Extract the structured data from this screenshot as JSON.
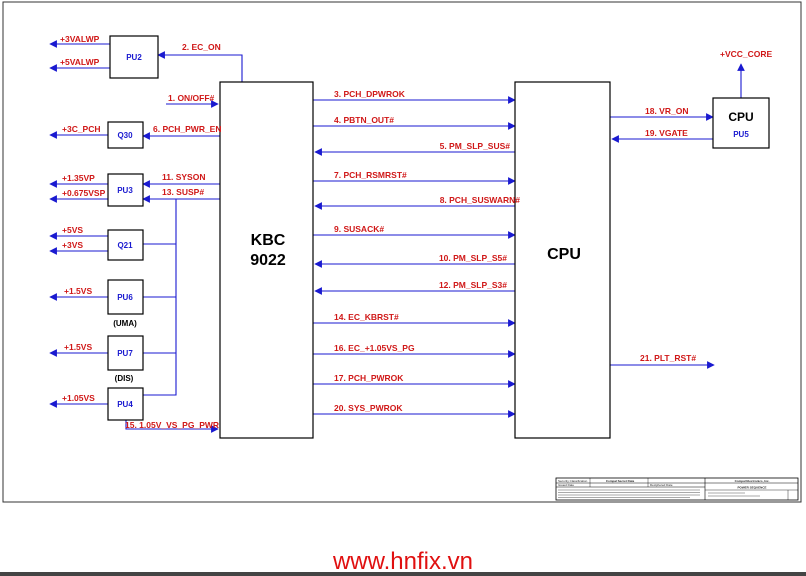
{
  "blocks": {
    "kbc": {
      "line1": "KBC",
      "line2": "9022"
    },
    "cpu_main": "CPU",
    "cpu_pu5": {
      "title": "CPU",
      "sub": "PU5"
    },
    "pu2": "PU2",
    "q30": "Q30",
    "pu3": "PU3",
    "q21": "Q21",
    "pu6": "PU6",
    "pu7": "PU7",
    "pu4": "PU4",
    "pu6_note": "(UMA)",
    "pu7_note": "(DIS)"
  },
  "rails": {
    "v3valwp": "+3VALWP",
    "v5valwp": "+5VALWP",
    "v3c_pch": "+3C_PCH",
    "v1_35vp": "+1.35VP",
    "v0_675vsp": "+0.675VSP",
    "v5vs": "+5VS",
    "v3vs": "+3VS",
    "v1_5vs_a": "+1.5VS",
    "v1_5vs_b": "+1.5VS",
    "v1_05vs": "+1.05VS",
    "vcc_core": "+VCC_CORE"
  },
  "signals": {
    "s1": "1. ON/OFF#",
    "s2": "2. EC_ON",
    "s3": "3. PCH_DPWROK",
    "s4": "4. PBTN_OUT#",
    "s5": "5. PM_SLP_SUS#",
    "s6": "6. PCH_PWR_EN",
    "s7": "7. PCH_RSMRST#",
    "s8": "8. PCH_SUSWARN#",
    "s9": "9. SUSACK#",
    "s10": "10. PM_SLP_S5#",
    "s11": "11. SYSON",
    "s12": "12. PM_SLP_S3#",
    "s13": "13. SUSP#",
    "s14": "14. EC_KBRST#",
    "s15": "15. 1.05V_VS_PG_PWR",
    "s16": "16. EC_+1.05VS_PG",
    "s17": "17. PCH_PWROK",
    "s18": "18. VR_ON",
    "s19": "19. VGATE",
    "s20": "20. SYS_PWROK",
    "s21": "21. PLT_RST#"
  },
  "title_block": {
    "company": "Compal Electronics, Inc.",
    "title": "POWER SEQUENCE",
    "security": "Security Classification",
    "secret": "Compal Secret Data",
    "issued": "Issued Date",
    "deciphered": "Deciphered Date"
  },
  "watermark": "www.hnfix.vn",
  "colors": {
    "wire": "#1a1ad0",
    "label": "#d01818",
    "box": "#000000"
  }
}
